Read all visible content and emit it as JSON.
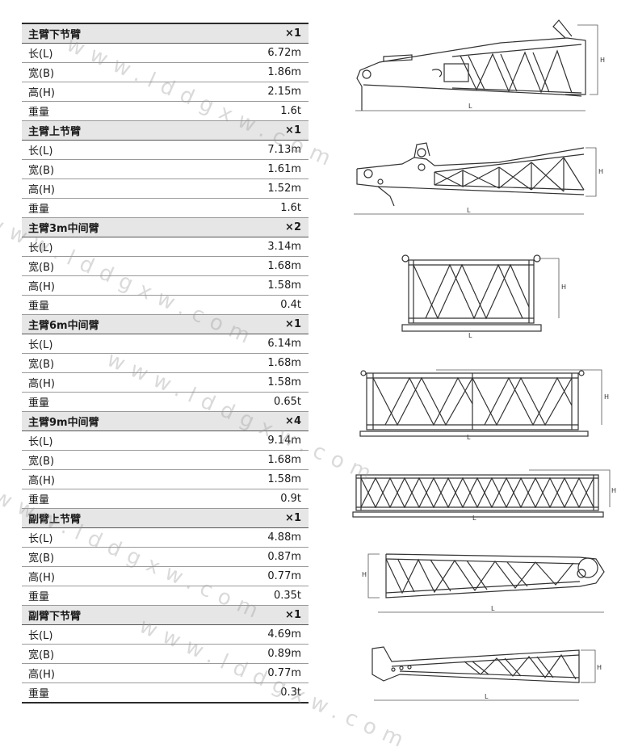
{
  "sections": [
    {
      "title": "主臂下节臂",
      "count": "×1",
      "rows": [
        {
          "label": "长(L)",
          "value": "6.72m"
        },
        {
          "label": "宽(B)",
          "value": "1.86m"
        },
        {
          "label": "高(H)",
          "value": "2.15m"
        },
        {
          "label": "重量",
          "value": "1.6t"
        }
      ]
    },
    {
      "title": "主臂上节臂",
      "count": "×1",
      "rows": [
        {
          "label": "长(L)",
          "value": "7.13m"
        },
        {
          "label": "宽(B)",
          "value": "1.61m"
        },
        {
          "label": "高(H)",
          "value": "1.52m"
        },
        {
          "label": "重量",
          "value": "1.6t"
        }
      ]
    },
    {
      "title": "主臂3m中间臂",
      "count": "×2",
      "rows": [
        {
          "label": "长(L)",
          "value": "3.14m"
        },
        {
          "label": "宽(B)",
          "value": "1.68m"
        },
        {
          "label": "高(H)",
          "value": "1.58m"
        },
        {
          "label": "重量",
          "value": "0.4t"
        }
      ]
    },
    {
      "title": "主臂6m中间臂",
      "count": "×1",
      "rows": [
        {
          "label": "长(L)",
          "value": "6.14m"
        },
        {
          "label": "宽(B)",
          "value": "1.68m"
        },
        {
          "label": "高(H)",
          "value": "1.58m"
        },
        {
          "label": "重量",
          "value": "0.65t"
        }
      ]
    },
    {
      "title": "主臂9m中间臂",
      "count": "×4",
      "rows": [
        {
          "label": "长(L)",
          "value": "9.14m"
        },
        {
          "label": "宽(B)",
          "value": "1.68m"
        },
        {
          "label": "高(H)",
          "value": "1.58m"
        },
        {
          "label": "重量",
          "value": "0.9t"
        }
      ]
    },
    {
      "title": "副臂上节臂",
      "count": "×1",
      "rows": [
        {
          "label": "长(L)",
          "value": "4.88m"
        },
        {
          "label": "宽(B)",
          "value": "0.87m"
        },
        {
          "label": "高(H)",
          "value": "0.77m"
        },
        {
          "label": "重量",
          "value": "0.35t"
        }
      ]
    },
    {
      "title": "副臂下节臂",
      "count": "×1",
      "rows": [
        {
          "label": "长(L)",
          "value": "4.69m"
        },
        {
          "label": "宽(B)",
          "value": "0.89m"
        },
        {
          "label": "高(H)",
          "value": "0.77m"
        },
        {
          "label": "重量",
          "value": "0.3t"
        }
      ]
    }
  ],
  "dimension_labels": {
    "length": "L",
    "height": "H"
  },
  "watermark": {
    "text": "www.lddgxw.com"
  },
  "colors": {
    "header_bg": "#e6e6e6",
    "line": "#2b2b2b",
    "drawing": "#333333"
  }
}
